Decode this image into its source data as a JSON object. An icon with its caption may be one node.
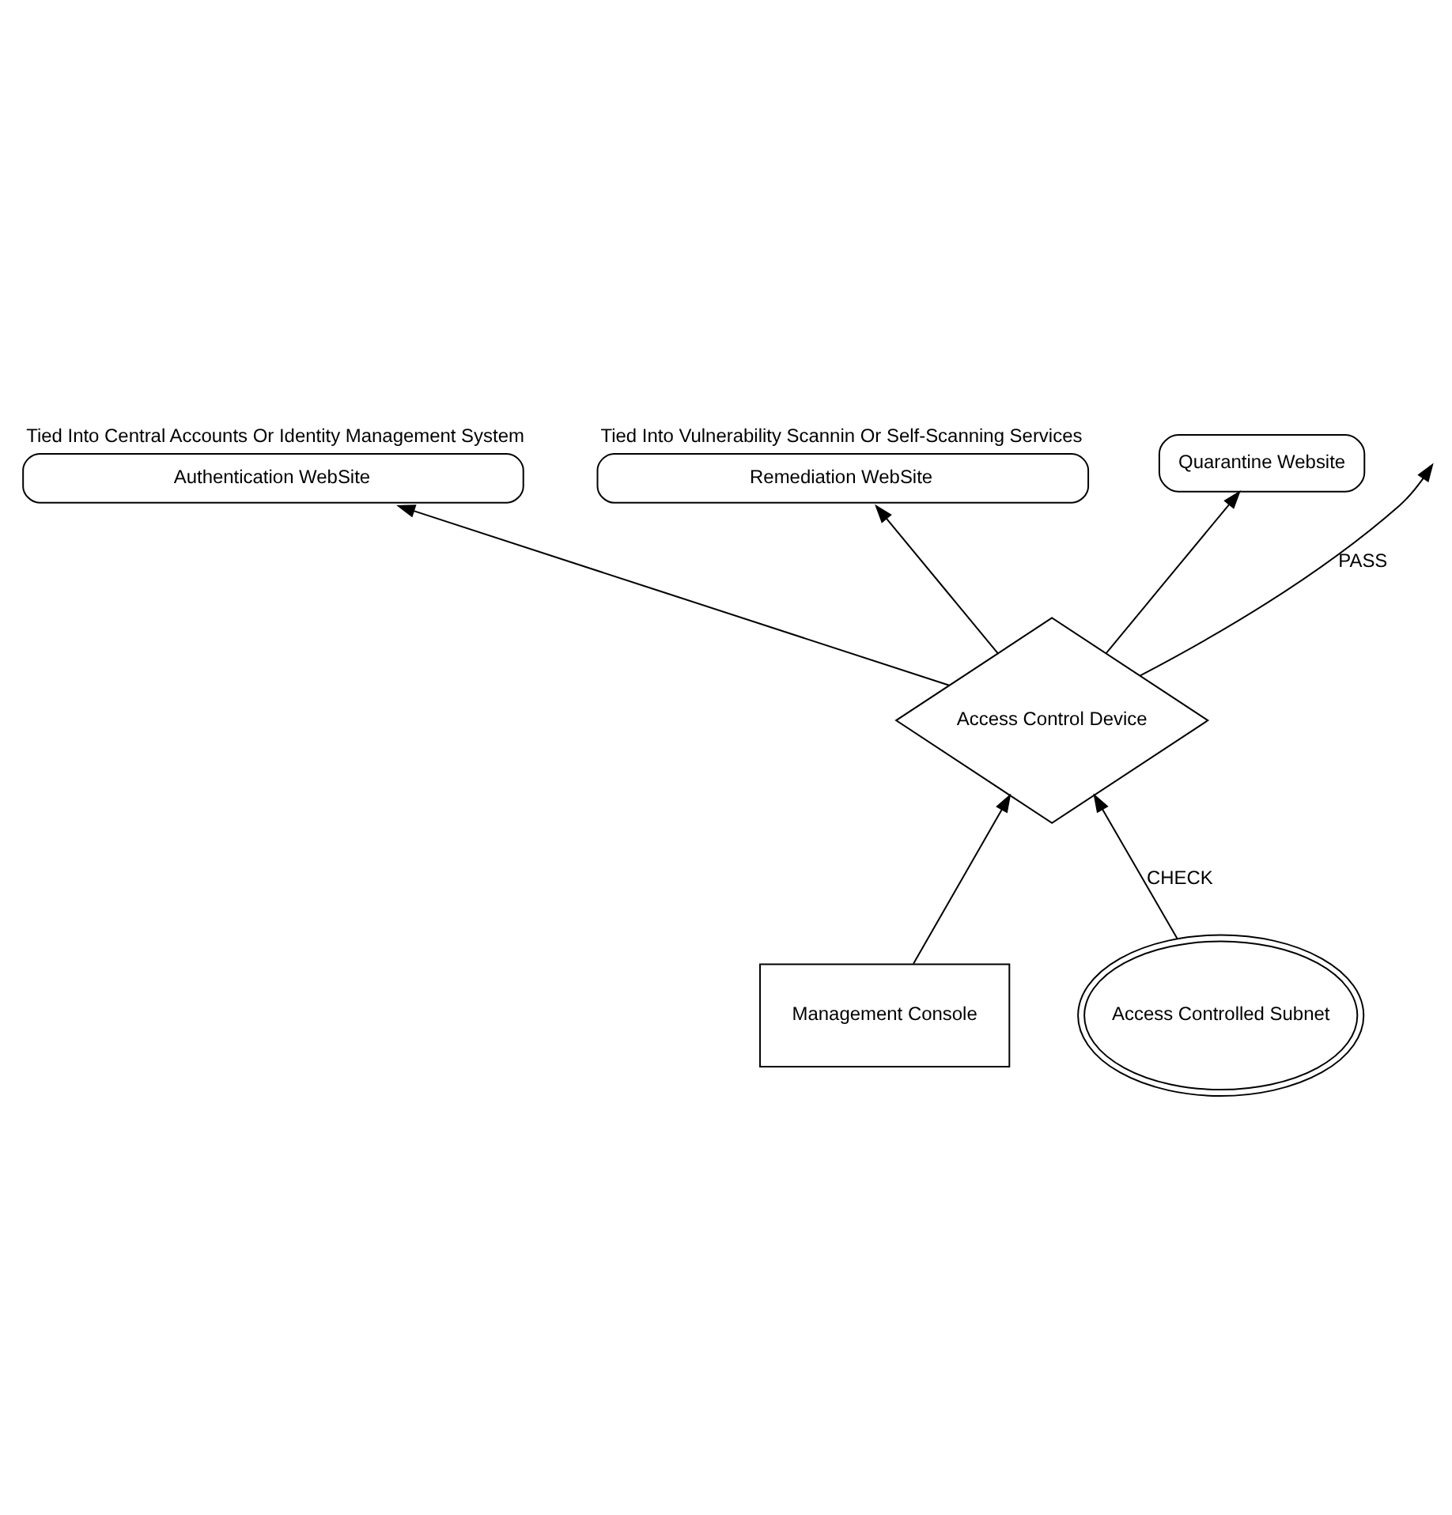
{
  "diagram": {
    "nodes": [
      {
        "text": [
          "Authentication WebSite"
        ],
        "beside": [
          "Tied Into Central Accounts Or Identity Management System"
        ]
      },
      {
        "text": [
          "Remediation WebSite"
        ],
        "beside": [
          "Tied Into Vulnerability Scannin Or Self-Scanning Services"
        ]
      },
      {
        "text": [
          "Quarantine Website"
        ]
      },
      {
        "text": [
          "Access Control Device"
        ]
      },
      {
        "text": [
          "Management Console"
        ]
      },
      {
        "text": [
          "Access Controlled Subnet"
        ]
      }
    ],
    "edges": [
      {
        "from": 3,
        "to": null,
        "arrow": "to",
        "label": "PASS"
      },
      {
        "from": 3,
        "to": 0,
        "arrow": "to"
      },
      {
        "from": 3,
        "to": 1,
        "arrow": "to"
      },
      {
        "from": 3,
        "to": 2,
        "arrow": "to"
      },
      {
        "from": 4,
        "to": 3,
        "arrow": "to"
      },
      {
        "from": 5,
        "to": 3,
        "arrow": "to",
        "label": "CHECK"
      }
    ]
  }
}
